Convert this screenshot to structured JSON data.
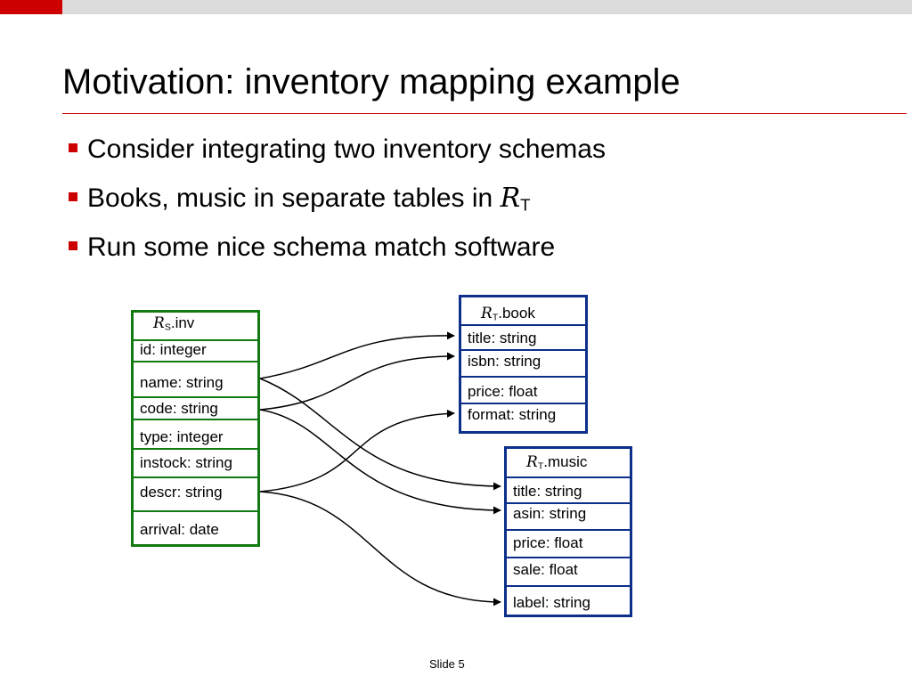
{
  "slide": {
    "title": "Motivation: inventory mapping example",
    "bullets": [
      {
        "text": "Consider integrating two inventory schemas"
      },
      {
        "text": "Books, music in separate tables in ",
        "symbol": "R",
        "subscript": "T"
      },
      {
        "text": "Run some nice schema match software"
      }
    ],
    "footer": "Slide 5"
  },
  "tables": {
    "inv": {
      "symbol": "R",
      "subscript": "S",
      "name": ".inv",
      "fields": [
        "id:  integer",
        "name:  string",
        "code: string",
        "type:  integer",
        "instock:  string",
        "descr:  string",
        "arrival:  date"
      ]
    },
    "book": {
      "symbol": "R",
      "subscript": "T",
      "name": ".book",
      "fields": [
        "title:  string",
        "isbn:  string",
        "price: float",
        "format: string"
      ]
    },
    "music": {
      "symbol": "R",
      "subscript": "T",
      "name": ".music",
      "fields": [
        "title:  string",
        "asin:  string",
        "price: float",
        "sale: float",
        "label: string"
      ]
    }
  },
  "colors": {
    "accent_red": "#cc0000",
    "source_green": "#117a11",
    "target_blue": "#0c2f8a"
  },
  "mappings": [
    {
      "from": "inv.name",
      "to": "book.title"
    },
    {
      "from": "inv.name",
      "to": "music.title"
    },
    {
      "from": "inv.code",
      "to": "book.isbn"
    },
    {
      "from": "inv.code",
      "to": "music.asin"
    },
    {
      "from": "inv.descr",
      "to": "book.format"
    },
    {
      "from": "inv.descr",
      "to": "music.label"
    }
  ]
}
